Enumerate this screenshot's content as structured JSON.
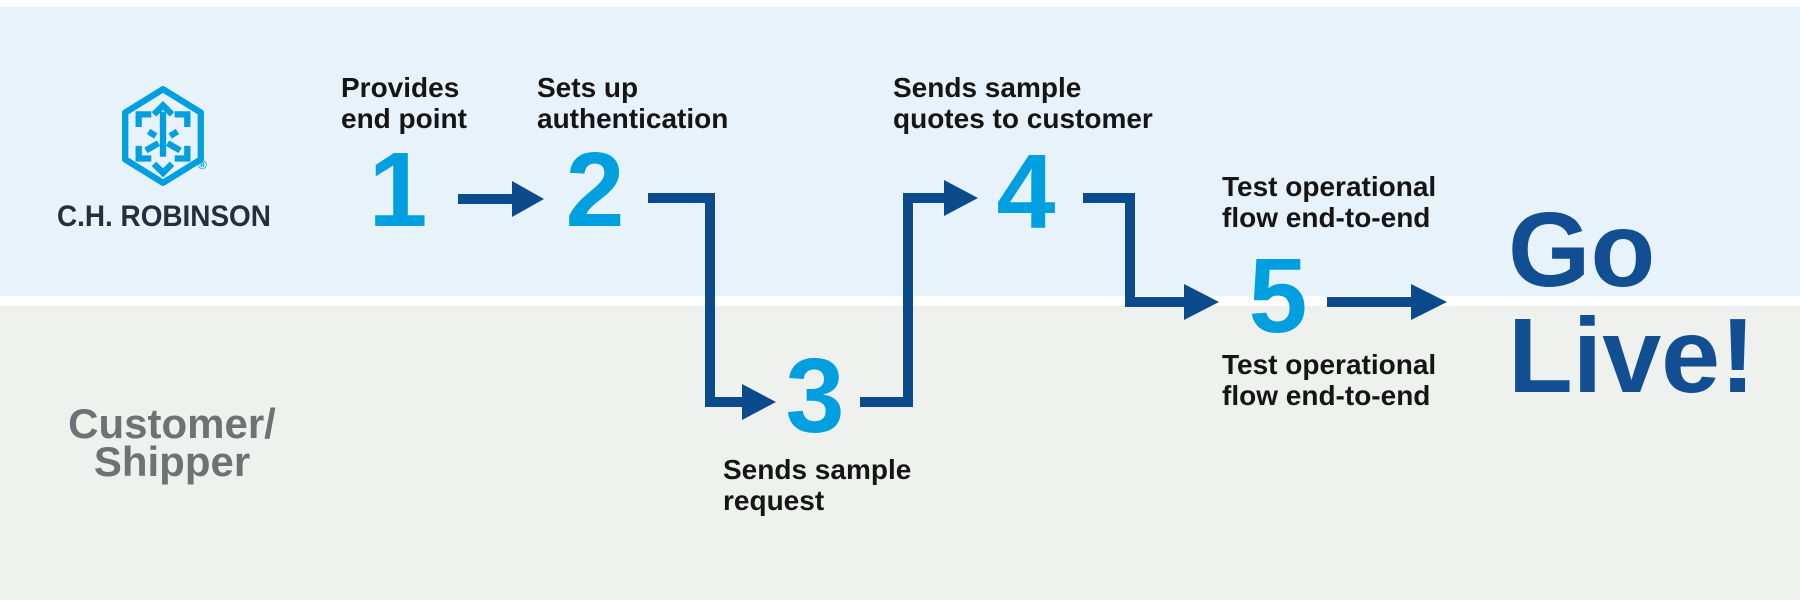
{
  "brand": {
    "logo_text": "C.H. ROBINSON",
    "registered_mark": "®",
    "logo_icon": "chr-hexagon-arrows-icon"
  },
  "lanes": {
    "bottom_label": "Customer/\nShipper"
  },
  "steps": [
    {
      "number": "1",
      "label": "Provides\nend point"
    },
    {
      "number": "2",
      "label": "Sets up\nauthentication"
    },
    {
      "number": "3",
      "label": "Sends sample\nrequest"
    },
    {
      "number": "4",
      "label": "Sends sample\nquotes to customer"
    },
    {
      "number": "5",
      "label_top": "Test operational\nflow end-to-end",
      "label_bottom": "Test operational\nflow end-to-end"
    }
  ],
  "outcome": {
    "text": "Go\nLive!"
  },
  "colors": {
    "lane_top_bg": "#e8f2fa",
    "lane_bottom_bg": "#eff1ef",
    "divider": "#ffffff",
    "brand_cyan": "#00a0e0",
    "arrow_navy": "#0b4a8b",
    "golive_navy": "#114e92",
    "label_black": "#151515",
    "customer_gray": "#6f7173",
    "wordmark_dark": "#242e3c"
  }
}
